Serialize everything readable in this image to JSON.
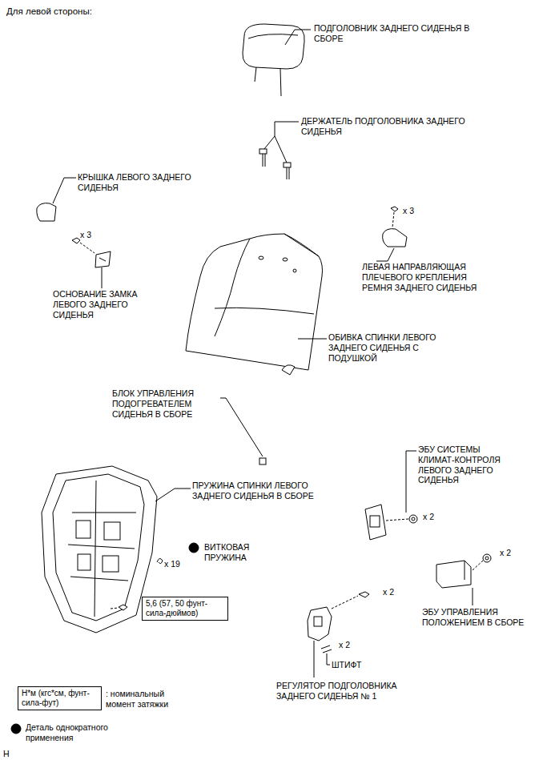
{
  "diagram": {
    "title": "Для левой стороны:",
    "nodes": [
      {
        "text": [
          "5,6 (57, 50 фунт-сила-дюймов)"
        ]
      },
      {
        "text": [
          "Н*м (кгс*см, фунт-сила-фут)"
        ]
      }
    ],
    "labels": [
      "ПОДГОЛОВНИК ЗАДНЕГО СИДЕНЬЯ В СБОРЕ",
      "ДЕРЖАТЕЛЬ ПОДГОЛОВНИКА ЗАДНЕГО СИДЕНЬЯ",
      "КРЫШКА ЛЕВОГО ЗАДНЕГО СИДЕНЬЯ",
      "x 3",
      "x 3",
      "ЛЕВАЯ НАПРАВЛЯЮЩАЯ ПЛЕЧЕВОГО КРЕПЛЕНИЯ РЕМНЯ ЗАДНЕГО СИДЕНЬЯ",
      "ОСНОВАНИЕ ЗАМКА ЛЕВОГО ЗАДНЕГО СИДЕНЬЯ",
      "ОБИВКА СПИНКИ ЛЕВОГО ЗАДНЕГО СИДЕНЬЯ С ПОДУШКОЙ",
      "БЛОК УПРАВЛЕНИЯ ПОДОГРЕВАТЕЛЕМ СИДЕНЬЯ В СБОРЕ",
      "ЭБУ СИСТЕМЫ КЛИМАТ-КОНТРОЛЯ ЛЕВОГО ЗАДНЕГО СИДЕНЬЯ",
      "ПРУЖИНА СПИНКИ ЛЕВОГО ЗАДНЕГО СИДЕНЬЯ В СБОРЕ",
      "x 2",
      "ВИТКОВАЯ ПРУЖИНА",
      "x 19",
      "x 2",
      "x 2",
      "ЭБУ УПРАВЛЕНИЯ ПОЛОЖЕНИЕМ В СБОРЕ",
      "x 2",
      "ШТИФТ",
      "РЕГУЛЯТОР ПОДГОЛОВНИКА ЗАДНЕГО СИДЕНЬЯ № 1",
      "H"
    ],
    "legend": [
      {
        "text": ": номинальный момент затяжки"
      },
      {
        "text": "Деталь однократного применения"
      }
    ]
  }
}
